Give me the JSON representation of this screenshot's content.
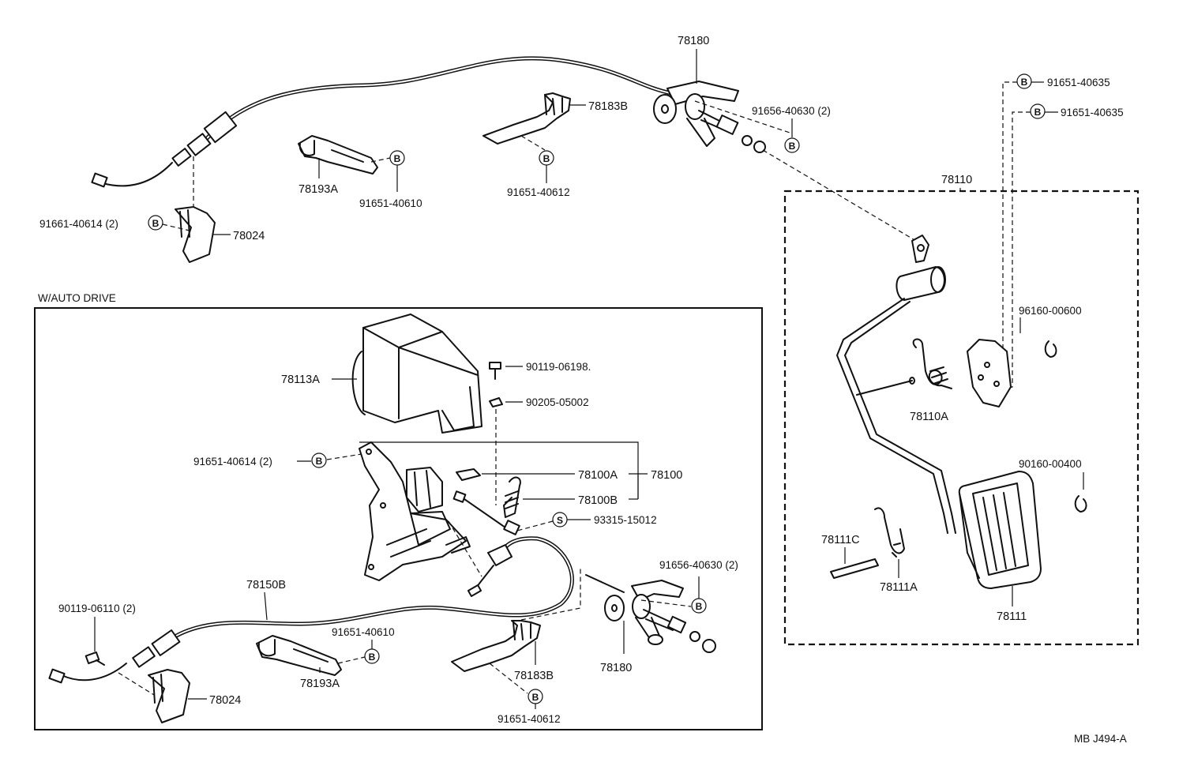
{
  "labels": {
    "p78180_top": "78180",
    "p78183b_top": "78183B",
    "p91656_top": "91656-40630 (2)",
    "p78193a_top": "78193A",
    "p91651_40610_top": "91651-40610",
    "p91651_40612_top": "91651-40612",
    "p91661": "91661-40614 (2)",
    "p78024_top": "78024",
    "p91651_40635_a": "91651-40635",
    "p91651_40635_b": "91651-40635",
    "p78110": "78110",
    "p96160": "96160-00600",
    "p78110a": "78110A",
    "p90160": "90160-00400",
    "p78111c": "78111C",
    "p78111a": "78111A",
    "p78111": "78111",
    "auto_drive": "W/AUTO DRIVE",
    "p78113a": "78113A",
    "p90119_06198": "90119-06198.",
    "p90205": "90205-05002",
    "p91651_40614": "91651-40614 (2)",
    "p78100a": "78100A",
    "p78100": "78100",
    "p78100b": "78100B",
    "p93315": "93315-15012",
    "p91656_bot": "91656-40630 (2)",
    "p78150b": "78150B",
    "p90119_06110": "90119-06110 (2)",
    "p91651_40610_bot": "91651-40610",
    "p78024_bot": "78024",
    "p78193a_bot": "78193A",
    "p78183b_bot": "78183B",
    "p78180_bot": "78180",
    "p91651_40612_bot": "91651-40612",
    "drawing_code": "MB J494-A"
  },
  "symbols": {
    "bolt": "B",
    "screw": "S"
  }
}
